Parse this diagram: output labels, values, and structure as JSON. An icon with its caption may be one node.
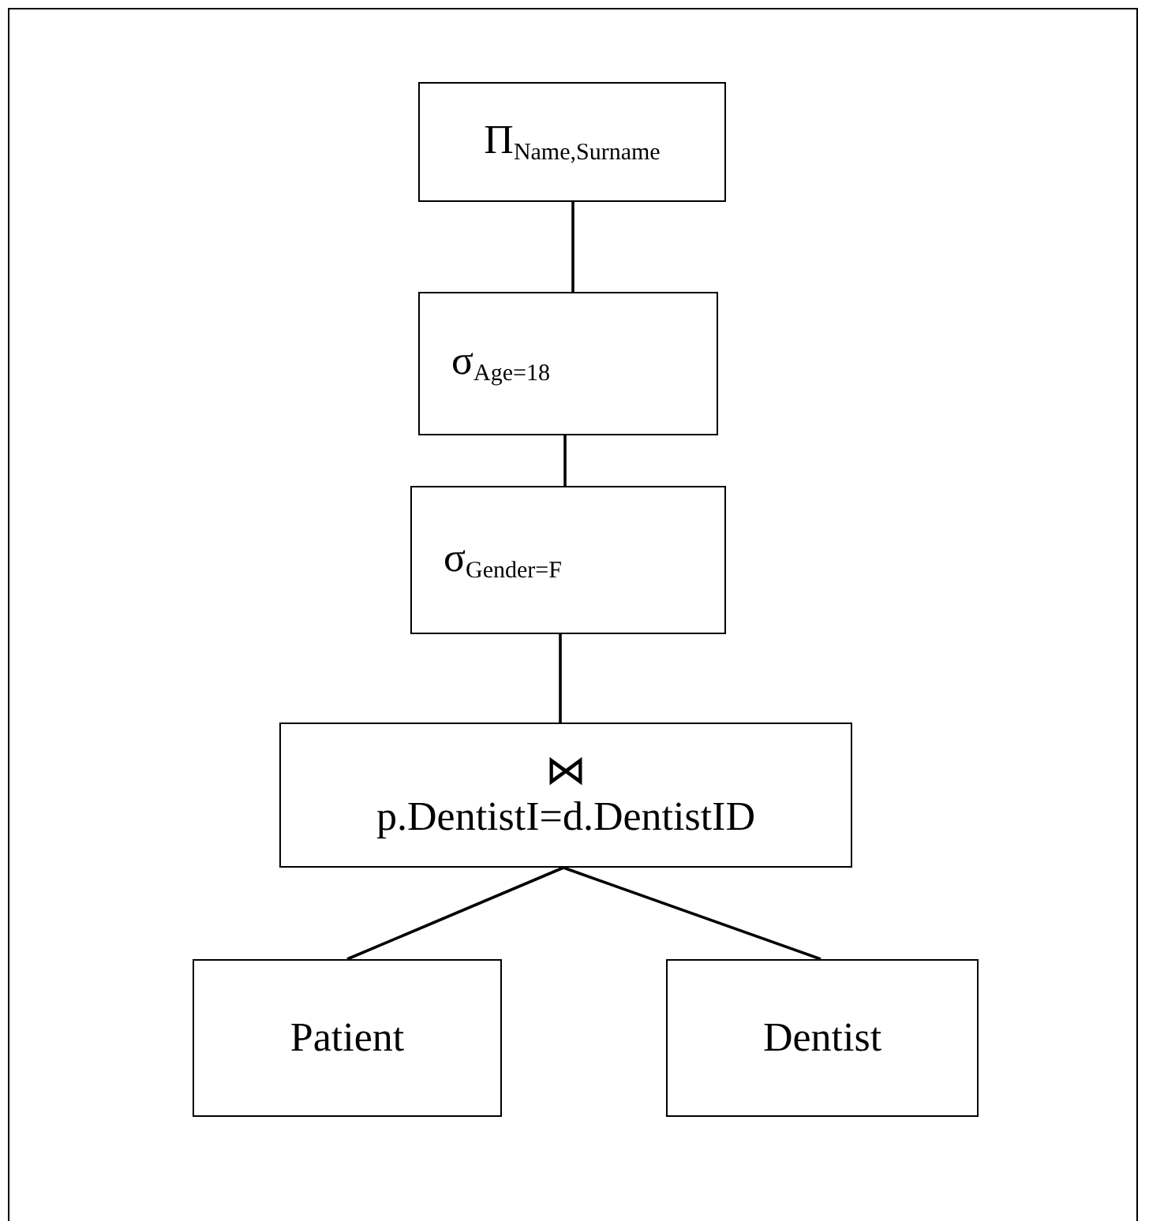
{
  "diagram": {
    "nodes": [
      {
        "text": [
          "Π$_{Name,Surname}$"
        ]
      },
      {
        "text": [
          "σ$_{Age=18}$"
        ]
      },
      {
        "text": [
          "σ$_{Gender=F}$"
        ]
      },
      {
        "text": [
          "⋈",
          "p.DentistI=d.DentistID"
        ]
      },
      {
        "text": [
          "Patient"
        ]
      },
      {
        "text": [
          "Dentist"
        ]
      }
    ],
    "edges": [
      {
        "from": 0,
        "to": 1,
        "arrow": "none"
      },
      {
        "from": 1,
        "to": 2,
        "arrow": "none"
      },
      {
        "from": 2,
        "to": 3,
        "arrow": "none"
      },
      {
        "from": 3,
        "to": 4,
        "arrow": "none"
      },
      {
        "from": 3,
        "to": 5,
        "arrow": "none"
      }
    ]
  }
}
